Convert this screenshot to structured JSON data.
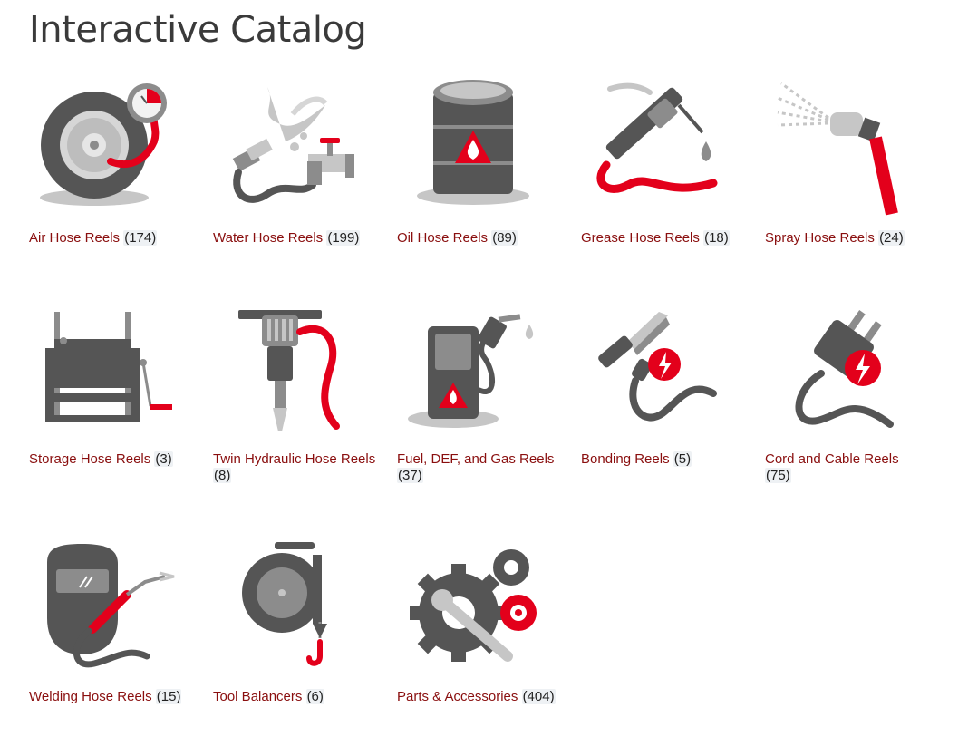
{
  "page": {
    "title": "Interactive Catalog"
  },
  "colors": {
    "title": "#3a3a3a",
    "link": "#8a0f0f",
    "icon_dark": "#555555",
    "icon_mid": "#8c8c8c",
    "icon_light": "#c6c6c6",
    "accent_red": "#e3001b"
  },
  "items": [
    {
      "name": "Air Hose Reels",
      "count": "(174)",
      "icon": "air-hose-reel-icon"
    },
    {
      "name": "Water Hose Reels",
      "count": "(199)",
      "icon": "water-hose-reel-icon"
    },
    {
      "name": "Oil Hose Reels",
      "count": "(89)",
      "icon": "oil-hose-reel-icon"
    },
    {
      "name": "Grease Hose Reels",
      "count": "(18)",
      "icon": "grease-hose-reel-icon"
    },
    {
      "name": "Spray Hose Reels",
      "count": "(24)",
      "icon": "spray-hose-reel-icon"
    },
    {
      "name": "Storage Hose Reels",
      "count": "(3)",
      "icon": "storage-hose-reel-icon"
    },
    {
      "name": "Twin Hydraulic Hose Reels",
      "count": "(8)",
      "icon": "hydraulic-hose-reel-icon"
    },
    {
      "name": "Fuel, DEF, and Gas Reels",
      "count": "(37)",
      "icon": "fuel-reel-icon"
    },
    {
      "name": "Bonding Reels",
      "count": "(5)",
      "icon": "bonding-reel-icon"
    },
    {
      "name": "Cord and Cable Reels",
      "count": "(75)",
      "icon": "cord-cable-reel-icon"
    },
    {
      "name": "Welding Hose Reels",
      "count": "(15)",
      "icon": "welding-hose-reel-icon"
    },
    {
      "name": "Tool Balancers",
      "count": "(6)",
      "icon": "tool-balancer-icon"
    },
    {
      "name": "Parts & Accessories",
      "count": "(404)",
      "icon": "parts-accessories-icon"
    }
  ]
}
